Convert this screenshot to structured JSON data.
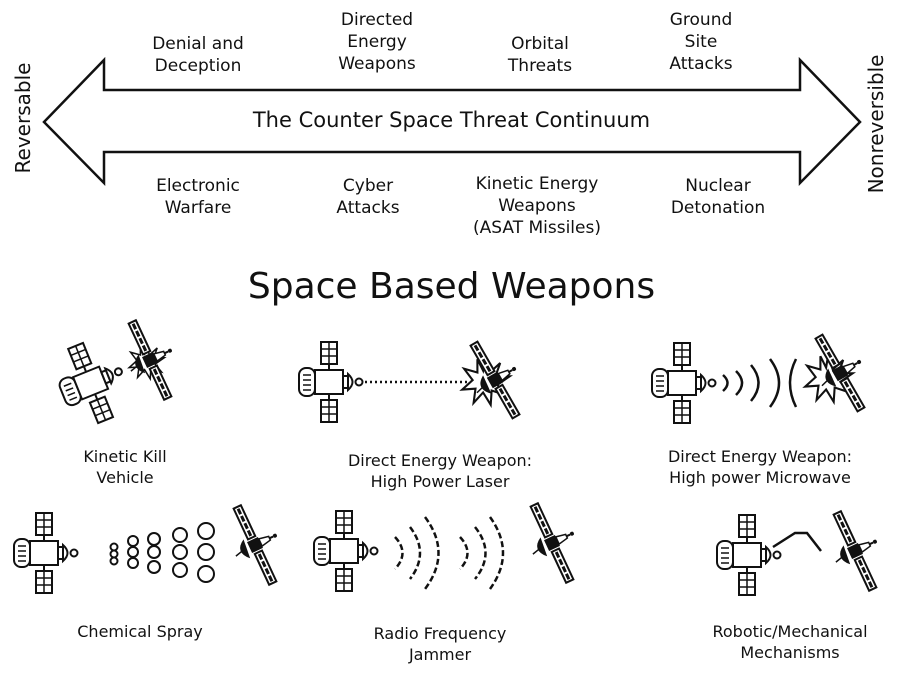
{
  "continuum": {
    "title": "The Counter Space Threat Continuum",
    "left_end": "Reversable",
    "right_end": "Nonreversible",
    "above": [
      "Denial and\nDeception",
      "Directed\nEnergy\nWeapons",
      "Orbital\nThreats",
      "Ground\nSite\nAttacks"
    ],
    "below": [
      "Electronic\nWarfare",
      "Cyber\nAttacks",
      "Kinetic Energy\nWeapons\n(ASAT Missiles)",
      "Nuclear\nDetonation"
    ]
  },
  "space_weapons": {
    "title": "Space Based Weapons",
    "items": [
      {
        "label": "Kinetic Kill\nVehicle",
        "icon": "kinetic-kill-icon"
      },
      {
        "label": "Direct  Energy Weapon:\nHigh Power Laser",
        "icon": "laser-icon"
      },
      {
        "label": "Direct  Energy Weapon:\nHigh power Microwave",
        "icon": "microwave-icon"
      },
      {
        "label": "Chemical Spray",
        "icon": "chemical-spray-icon"
      },
      {
        "label": "Radio Frequency\nJammer",
        "icon": "rf-jammer-icon"
      },
      {
        "label": "Robotic/Mechanical\nMechanisms",
        "icon": "robotic-arm-icon"
      }
    ]
  }
}
